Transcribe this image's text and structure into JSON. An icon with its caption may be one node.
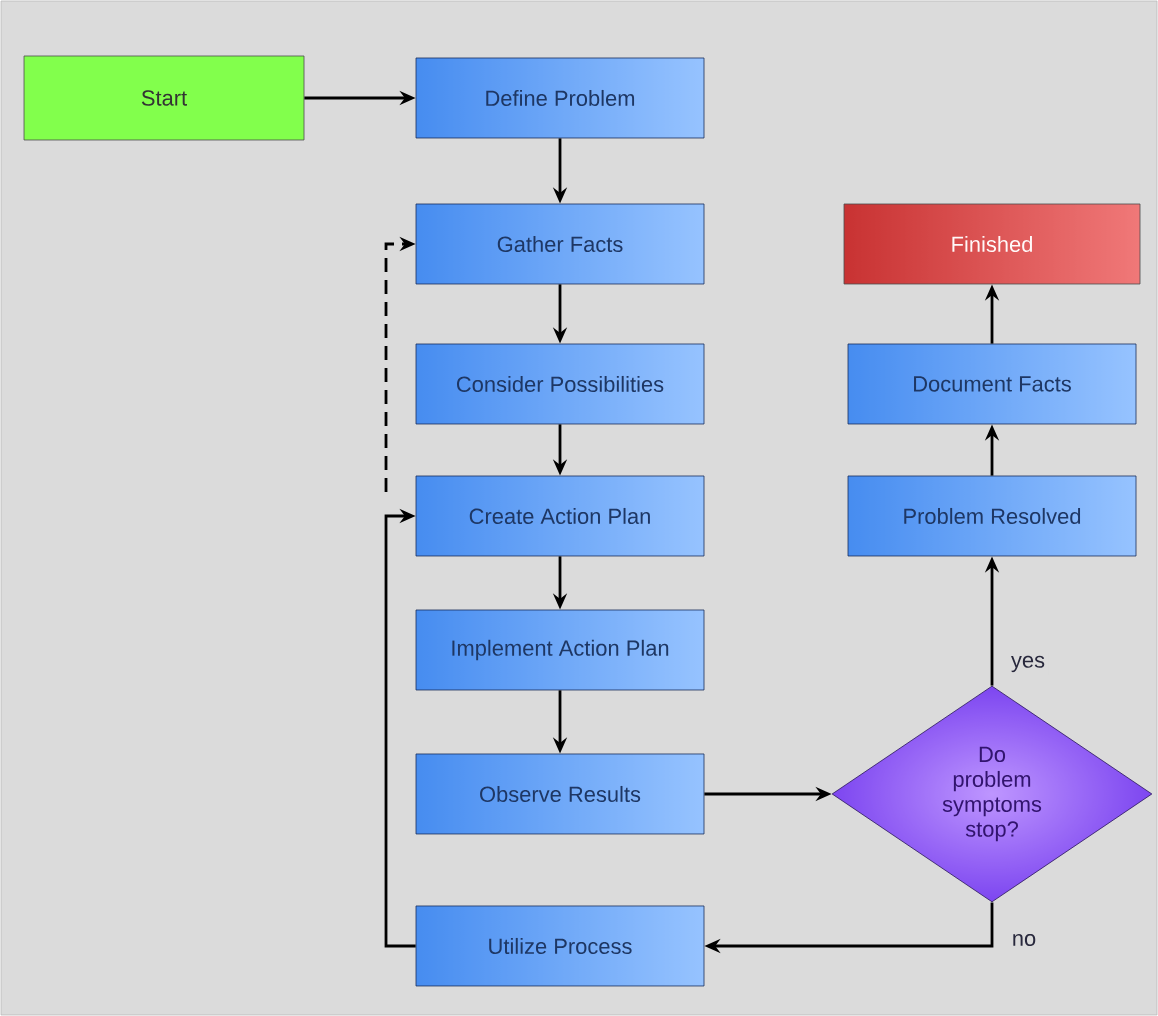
{
  "diagram": {
    "nodes": [
      {
        "text": [
          "Start"
        ]
      },
      {
        "text": [
          "Define Problem"
        ]
      },
      {
        "text": [
          "Gather Facts"
        ]
      },
      {
        "text": [
          "Consider Possibilities"
        ]
      },
      {
        "text": [
          "Create Action Plan"
        ]
      },
      {
        "text": [
          "Implement Action Plan"
        ]
      },
      {
        "text": [
          "Observe Results"
        ]
      },
      {
        "text": [
          "Utilize Process"
        ]
      },
      {
        "text": [
          "Do problem symptoms stop?"
        ]
      },
      {
        "text": [
          "Problem Resolved"
        ]
      },
      {
        "text": [
          "Document Facts"
        ]
      },
      {
        "text": [
          "Finished"
        ]
      }
    ],
    "edges": [
      {
        "from": 0,
        "to": 1,
        "arrow": "to"
      },
      {
        "from": 1,
        "to": 2,
        "arrow": "to"
      },
      {
        "from": 2,
        "to": 3,
        "arrow": "to"
      },
      {
        "from": 3,
        "to": 4,
        "arrow": "to"
      },
      {
        "from": 4,
        "to": 5,
        "arrow": "to"
      },
      {
        "from": 5,
        "to": 6,
        "arrow": "to"
      },
      {
        "from": 6,
        "to": 8,
        "arrow": "to"
      },
      {
        "from": 8,
        "to": 9,
        "label": "yes",
        "arrow": "to"
      },
      {
        "from": 9,
        "to": 10,
        "arrow": "to"
      },
      {
        "from": 10,
        "to": 11,
        "arrow": "to"
      },
      {
        "from": 8,
        "to": 7,
        "label": "no",
        "arrow": "to"
      },
      {
        "from": 7,
        "to": 4,
        "arrow": "to"
      },
      {
        "from": 4,
        "to": 2,
        "arrow": "to",
        "style": "dashed"
      }
    ]
  }
}
